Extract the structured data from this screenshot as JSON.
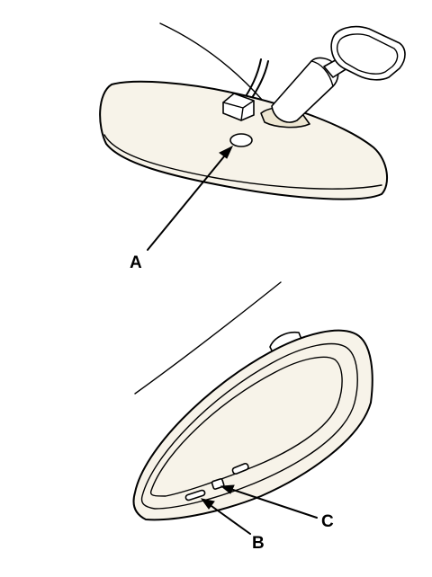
{
  "callouts": {
    "a": "A",
    "b": "B",
    "c": "C"
  },
  "colors": {
    "ink": "#000000",
    "body_fill": "#f7f3e9",
    "background": "#ffffff"
  }
}
